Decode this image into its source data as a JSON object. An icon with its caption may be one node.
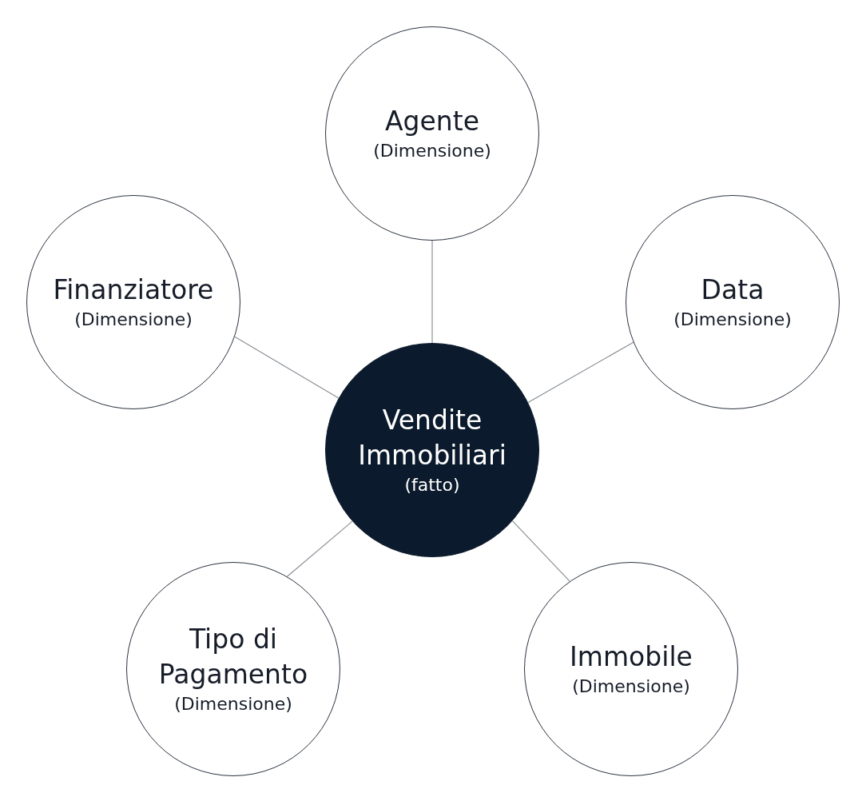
{
  "diagram": {
    "nodes": [
      {
        "text": [
          "Agente",
          "(Dimensione)"
        ]
      },
      {
        "text": [
          "Finanziatore",
          "(Dimensione)"
        ]
      },
      {
        "text": [
          "Data",
          "(Dimensione)"
        ]
      },
      {
        "text": [
          "Vendite Immobiliari",
          "(fatto)"
        ]
      },
      {
        "text": [
          "Tipo di Pagamento",
          "(Dimensione)"
        ]
      },
      {
        "text": [
          "Immobile",
          "(Dimensione)"
        ]
      }
    ],
    "edges": [
      {
        "from": 3,
        "to": 0,
        "arrow": "none"
      },
      {
        "from": 3,
        "to": 1,
        "arrow": "none"
      },
      {
        "from": 3,
        "to": 2,
        "arrow": "none"
      },
      {
        "from": 3,
        "to": 4,
        "arrow": "none"
      },
      {
        "from": 3,
        "to": 5,
        "arrow": "none"
      }
    ]
  }
}
